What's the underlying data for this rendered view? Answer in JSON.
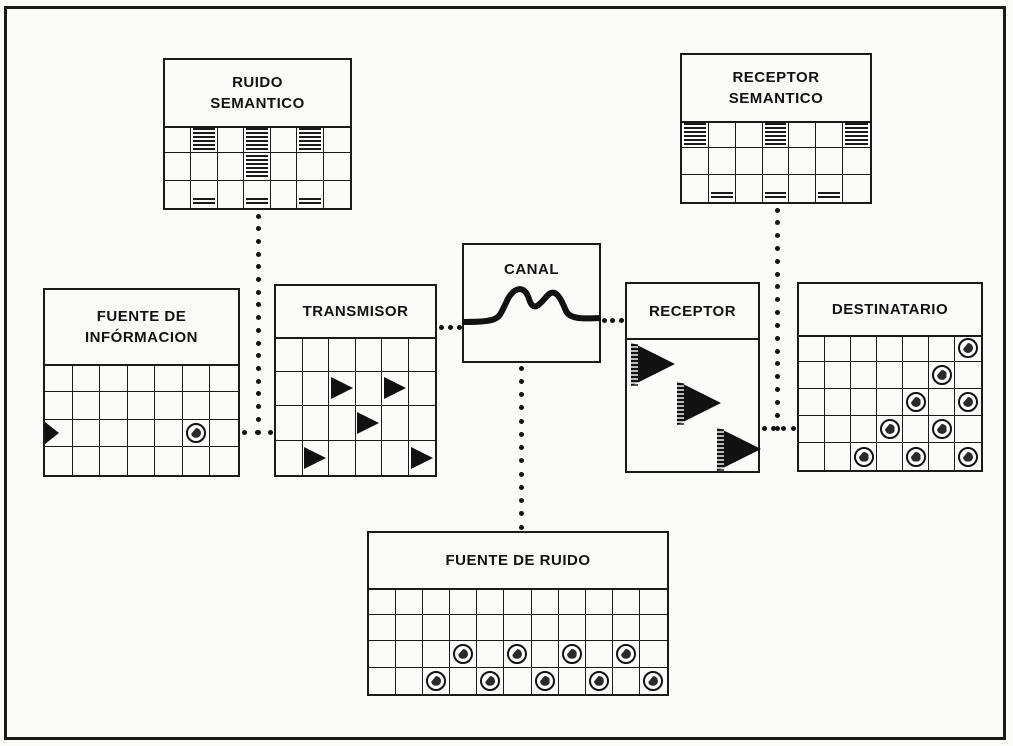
{
  "boxes": {
    "ruido_semantico": {
      "line1": "RUIDO",
      "line2": "SEMANTICO"
    },
    "receptor_semantico": {
      "line1": "RECEPTOR",
      "line2": "SEMANTICO"
    },
    "fuente_info": {
      "line1": "FUENTE DE",
      "line2": "INFÓRMACION"
    },
    "transmisor": {
      "label": "TRANSMISOR"
    },
    "canal": {
      "label": "CANAL"
    },
    "receptor": {
      "label": "RECEPTOR"
    },
    "destinatario": {
      "label": "DESTINATARIO"
    },
    "fuente_ruido": {
      "label": "FUENTE DE RUIDO"
    }
  },
  "colors": {
    "ink": "#1a1a1a",
    "paper": "#fbfbfa"
  },
  "grids": {
    "ruido_semantico": {
      "cols": 7,
      "rows": 3,
      "fills": [
        {
          "r": 0,
          "c": 1,
          "t": "hatch"
        },
        {
          "r": 0,
          "c": 3,
          "t": "hatch"
        },
        {
          "r": 0,
          "c": 5,
          "t": "hatch"
        },
        {
          "r": 1,
          "c": 3,
          "t": "hatch"
        },
        {
          "r": 2,
          "c": 1,
          "t": "hatch-small"
        },
        {
          "r": 2,
          "c": 3,
          "t": "hatch-small"
        },
        {
          "r": 2,
          "c": 5,
          "t": "hatch-small"
        }
      ]
    },
    "receptor_semantico": {
      "cols": 7,
      "rows": 3,
      "fills": [
        {
          "r": 0,
          "c": 0,
          "t": "hatch"
        },
        {
          "r": 0,
          "c": 3,
          "t": "hatch"
        },
        {
          "r": 0,
          "c": 6,
          "t": "hatch"
        },
        {
          "r": 2,
          "c": 1,
          "t": "hatch-small"
        },
        {
          "r": 2,
          "c": 3,
          "t": "hatch-small"
        },
        {
          "r": 2,
          "c": 5,
          "t": "hatch-small"
        }
      ]
    },
    "fuente_info": {
      "cols": 7,
      "rows": 4,
      "fills": [
        {
          "r": 2,
          "c": 0,
          "t": "tri-half"
        },
        {
          "r": 2,
          "c": 5,
          "t": "ball"
        }
      ]
    },
    "transmisor": {
      "cols": 6,
      "rows": 4,
      "fills": [
        {
          "r": 1,
          "c": 2,
          "t": "tri"
        },
        {
          "r": 1,
          "c": 4,
          "t": "tri"
        },
        {
          "r": 2,
          "c": 3,
          "t": "tri"
        },
        {
          "r": 3,
          "c": 1,
          "t": "tri"
        },
        {
          "r": 3,
          "c": 5,
          "t": "tri"
        }
      ]
    },
    "destinatario": {
      "cols": 7,
      "rows": 5,
      "fills": [
        {
          "r": 0,
          "c": 6,
          "t": "ball"
        },
        {
          "r": 1,
          "c": 5,
          "t": "ball"
        },
        {
          "r": 2,
          "c": 4,
          "t": "ball"
        },
        {
          "r": 2,
          "c": 6,
          "t": "ball"
        },
        {
          "r": 3,
          "c": 3,
          "t": "ball"
        },
        {
          "r": 3,
          "c": 5,
          "t": "ball"
        },
        {
          "r": 4,
          "c": 2,
          "t": "ball"
        },
        {
          "r": 4,
          "c": 4,
          "t": "ball"
        },
        {
          "r": 4,
          "c": 6,
          "t": "ball"
        }
      ]
    },
    "fuente_ruido": {
      "cols": 11,
      "rows": 4,
      "fills": [
        {
          "r": 2,
          "c": 3,
          "t": "ball"
        },
        {
          "r": 2,
          "c": 5,
          "t": "ball"
        },
        {
          "r": 2,
          "c": 7,
          "t": "ball"
        },
        {
          "r": 2,
          "c": 9,
          "t": "ball"
        },
        {
          "r": 3,
          "c": 2,
          "t": "ball"
        },
        {
          "r": 3,
          "c": 4,
          "t": "ball"
        },
        {
          "r": 3,
          "c": 6,
          "t": "ball"
        },
        {
          "r": 3,
          "c": 8,
          "t": "ball"
        },
        {
          "r": 3,
          "c": 10,
          "t": "ball"
        }
      ]
    }
  }
}
